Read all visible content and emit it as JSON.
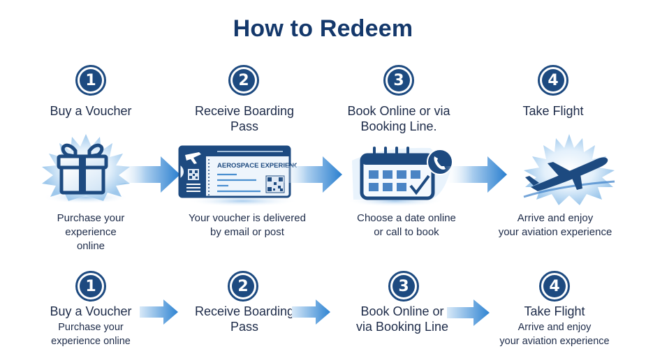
{
  "header": {
    "title": "How to Redeem"
  },
  "colors": {
    "navy": "#1d4a80",
    "accent_blue": "#3a8fd6",
    "light_blue": "#bcd9f2",
    "text": "#1c2a48"
  },
  "top_steps": [
    {
      "number": "1",
      "title": "Buy a Voucher",
      "description_lines": [
        "Purchase your",
        "experience",
        "online"
      ],
      "icon": "gift-icon"
    },
    {
      "number": "2",
      "title_lines": [
        "Receive Boarding",
        "Pass"
      ],
      "description_lines": [
        "Your voucher is delivered",
        "by email or post"
      ],
      "icon": "boarding-pass-icon",
      "ticket_label": "AEROSPACE EXPERIENCE"
    },
    {
      "number": "3",
      "title_lines": [
        "Book Online or via",
        "Booking Line."
      ],
      "description_lines": [
        "Choose a date online",
        "or call to book"
      ],
      "icon": "calendar-phone-icon"
    },
    {
      "number": "4",
      "title": "Take Flight",
      "description_lines": [
        "Arrive and enjoy",
        "your aviation experience"
      ],
      "icon": "airplane-icon"
    }
  ],
  "bottom_steps": [
    {
      "number": "1",
      "title": "Buy a Voucher",
      "description_lines": [
        "Purchase your",
        "experience online"
      ]
    },
    {
      "number": "2",
      "title_lines": [
        "Receive Boarding",
        "Pass"
      ]
    },
    {
      "number": "3",
      "title_lines": [
        "Book Online or",
        "via Booking Line"
      ]
    },
    {
      "number": "4",
      "title": "Take Flight",
      "description_lines": [
        "Arrive and enjoy",
        "your aviation experience"
      ]
    }
  ]
}
